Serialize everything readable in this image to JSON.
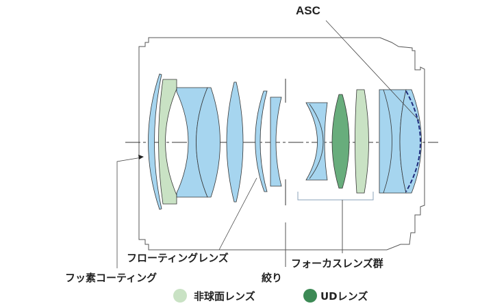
{
  "labels": {
    "asc": "ASC",
    "floating_lens": "フローティングレンズ",
    "focus_group": "フォーカスレンズ群",
    "fluorine_coating": "フッ素コーティング",
    "aperture": "絞り"
  },
  "legend": [
    {
      "label": "非球面レンズ",
      "color": "#c9e2c4"
    },
    {
      "label": "UDレンズ",
      "color": "#3c8a55"
    }
  ],
  "colors": {
    "lens": "#a6d5ef",
    "aspherical": "#c9e2c4",
    "ud": "#68ad7c",
    "asc_coating": "#1e2a7a",
    "outline": "#444444"
  }
}
